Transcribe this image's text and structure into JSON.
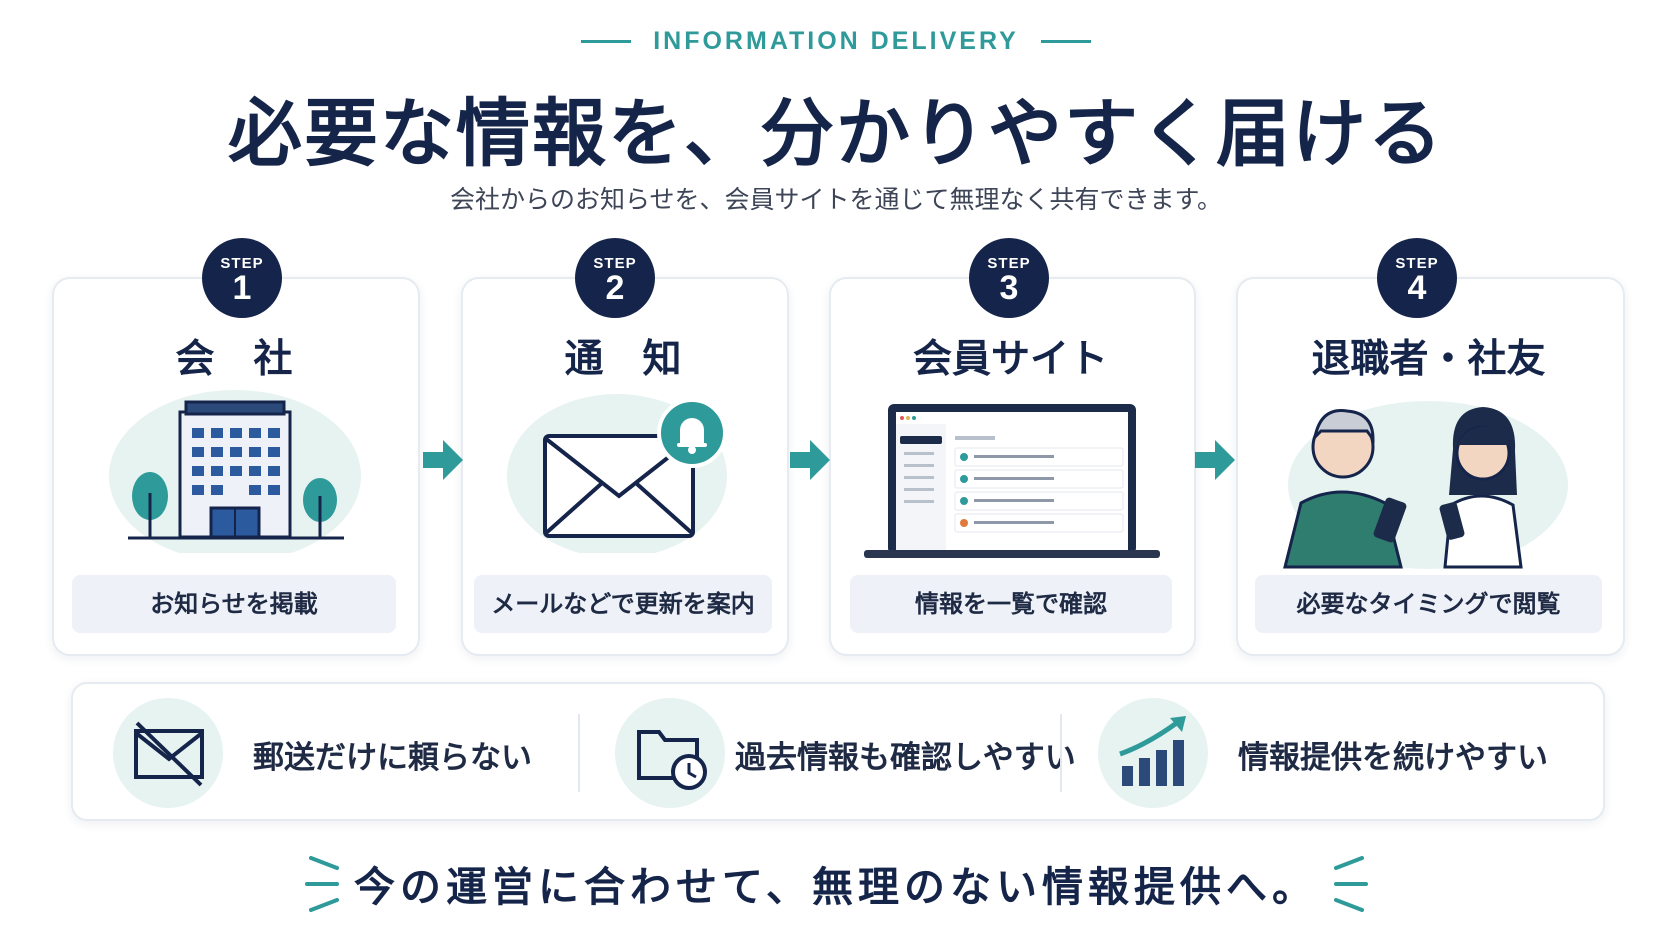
{
  "header": {
    "eyebrow": "INFORMATION DELIVERY",
    "title": "必要な情報を、分かりやすく届ける",
    "subtitle": "会社からのお知らせを、会員サイトを通じて無理なく共有できます。"
  },
  "steps": [
    {
      "step_label": "STEP",
      "number": "1",
      "title": "会　社",
      "caption": "お知らせを掲載",
      "icon": "office-building-icon"
    },
    {
      "step_label": "STEP",
      "number": "2",
      "title": "通　知",
      "caption": "メールなどで更新を案内",
      "icon": "envelope-bell-icon"
    },
    {
      "step_label": "STEP",
      "number": "3",
      "title": "会員サイト",
      "caption": "情報を一覧で確認",
      "icon": "laptop-icon"
    },
    {
      "step_label": "STEP",
      "number": "4",
      "title": "退職者・社友",
      "caption": "必要なタイミングで閲覧",
      "icon": "people-phones-icon"
    }
  ],
  "features": [
    {
      "label": "郵送だけに頼らない",
      "icon": "no-mail-icon"
    },
    {
      "label": "過去情報も確認しやすい",
      "icon": "folder-clock-icon"
    },
    {
      "label": "情報提供を続けやすい",
      "icon": "growth-chart-icon"
    }
  ],
  "tagline": "今の運営に合わせて、無理のない情報提供へ。",
  "colors": {
    "navy": "#152449",
    "teal": "#2f9a9a",
    "mint": "#e6f3f1",
    "caption_bg": "#eef2f8"
  }
}
